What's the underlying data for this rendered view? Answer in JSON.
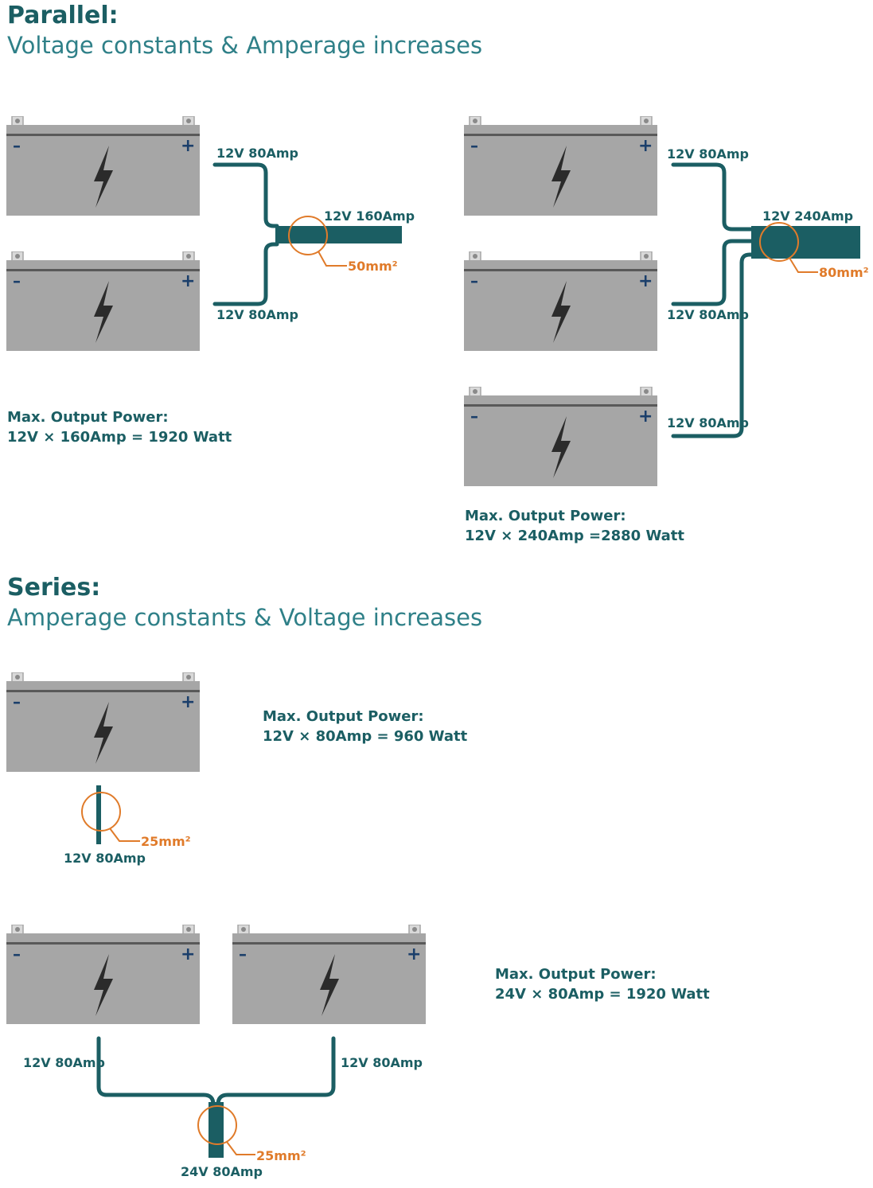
{
  "parallel": {
    "title": "Parallel:",
    "subtitle": "Voltage constants & Amperage increases",
    "two": {
      "in_top": "12V 80Amp",
      "in_bottom": "12V 80Amp",
      "out": "12V 160Amp",
      "cable": "50mm²",
      "power_label": "Max. Output Power:",
      "power_formula": "12V × 160Amp = 1920 Watt"
    },
    "three": {
      "in_1": "12V 80Amp",
      "in_2": "12V 80Amp",
      "in_3": "12V 80Amp",
      "out": "12V 240Amp",
      "cable": "80mm²",
      "power_label": "Max. Output Power:",
      "power_formula": "12V × 240Amp =2880 Watt"
    }
  },
  "series": {
    "title": "Series:",
    "subtitle": "Amperage constants & Voltage increases",
    "one": {
      "out": "12V 80Amp",
      "cable": "25mm²",
      "power_label": "Max. Output Power:",
      "power_formula": "12V × 80Amp = 960 Watt"
    },
    "two": {
      "in_left": "12V 80Amp",
      "in_right": "12V 80Amp",
      "out": "24V 80Amp",
      "cable": "25mm²",
      "power_label": "Max. Output Power:",
      "power_formula": "24V × 80Amp = 1920 Watt"
    }
  },
  "battery": {
    "minus": "–",
    "plus": "+"
  },
  "colors": {
    "wire": "#1b5e63",
    "cable_marker": "#e07b2a",
    "battery_body": "#a6a6a6",
    "bolt": "#2b2b2b"
  }
}
